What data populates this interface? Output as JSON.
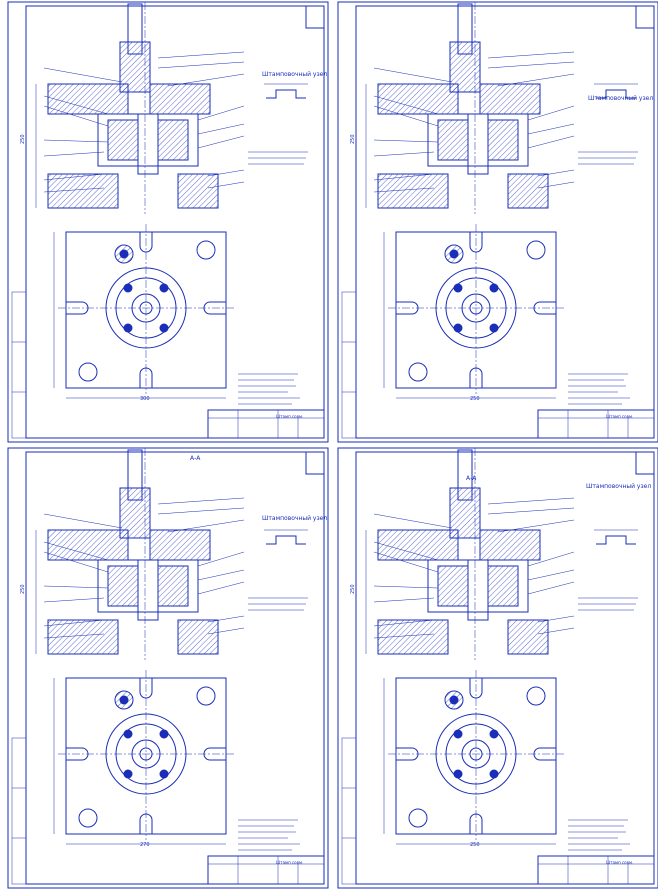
{
  "sheets": [
    {
      "id": "sheet-1",
      "title": "Штамповочный узел",
      "stamp_label": "Штамп совм.",
      "dimension_h": "250",
      "dimension_w": "300"
    },
    {
      "id": "sheet-2",
      "title": "Штамповочный узел",
      "stamp_label": "Штамп совм.",
      "dimension_h": "250",
      "dimension_w": "250"
    },
    {
      "id": "sheet-3",
      "title": "Штамповочный узел",
      "stamp_label": "Штамп совм.",
      "dimension_h": "250",
      "dimension_w": "270",
      "section": "А-А"
    },
    {
      "id": "sheet-4",
      "title": "Штамповочный узел",
      "stamp_label": "Штамп совм.",
      "dimension_h": "250",
      "dimension_w": "250",
      "section": "А-А"
    }
  ],
  "colors": {
    "line": "#1a2eb8",
    "paper": "#ffffff"
  }
}
